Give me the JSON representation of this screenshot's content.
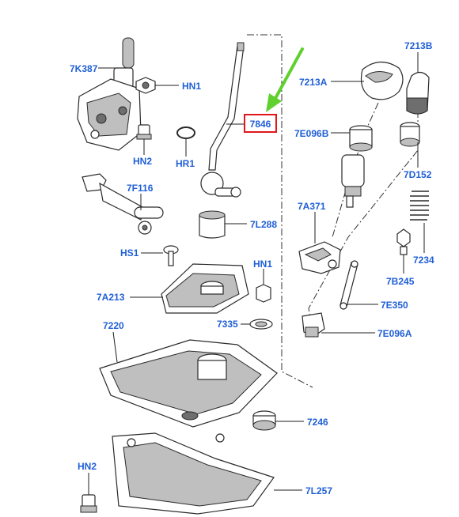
{
  "labels": {
    "7K387": "7K387",
    "HN1_top": "HN1",
    "HN2_top": "HN2",
    "HR1": "HR1",
    "7846": "7846",
    "7213A": "7213A",
    "7213B": "7213B",
    "7E096B": "7E096B",
    "7D152": "7D152",
    "7F116": "7F116",
    "7L288": "7L288",
    "7A371": "7A371",
    "7234": "7234",
    "7B245": "7B245",
    "HS1": "HS1",
    "HN1_mid": "HN1",
    "7A213": "7A213",
    "7E350": "7E350",
    "7335": "7335",
    "7E096A": "7E096A",
    "7220": "7220",
    "7246": "7246",
    "HN2_bottom": "HN2",
    "7L257": "7L257"
  },
  "highlight": {
    "part": "7846",
    "border_color": "#e0161c",
    "arrow_color": "#5fd02e"
  },
  "colors": {
    "label": "#1f5fd6",
    "line": "#1f1f1f",
    "background": "#ffffff"
  }
}
